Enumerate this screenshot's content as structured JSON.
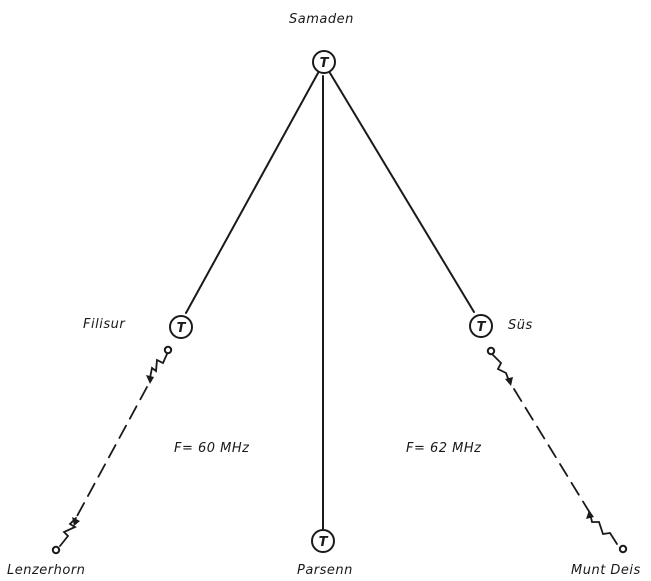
{
  "stations": {
    "samaden": {
      "name": "Samaden",
      "symbol": "T"
    },
    "filisur": {
      "name": "Filisur",
      "symbol": "T"
    },
    "sus": {
      "name": "Süs",
      "symbol": "T"
    },
    "parsenn": {
      "name": "Parsenn",
      "symbol": "T"
    }
  },
  "endpoints": {
    "lenzerhorn": {
      "name": "Lenzerhorn"
    },
    "munt_deis": {
      "name": "Munt Deis"
    }
  },
  "frequencies": {
    "left": "F= 60 MHz",
    "right": "F= 62 MHz"
  },
  "colors": {
    "line": "#1a1a1a",
    "background": "#ffffff"
  }
}
